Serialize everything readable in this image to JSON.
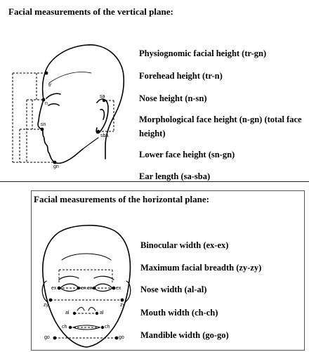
{
  "vertical": {
    "title": "Facial measurements of the vertical plane:",
    "measurements": [
      "Physiognomic facial height (tr-gn)",
      "Forehead height (tr-n)",
      "Nose height (n-sn)",
      "Morphological face height (n-gn) (total face",
      "height)",
      "Lower face height (sn-gn)",
      "Ear length (sa-sba)"
    ],
    "points": {
      "tr": "tr",
      "n": "n",
      "sn": "sn",
      "gn": "gn",
      "sa": "sa",
      "sba": "sba"
    }
  },
  "horizontal": {
    "title": "Facial measurements of the horizontal plane:",
    "measurements": [
      "Binocular width (ex-ex)",
      "Maximum facial breadth (zy-zy)",
      "Nose width (al-al)",
      "Mouth width (ch-ch)",
      "Mandible width (go-go)"
    ],
    "points": {
      "ex_l": "ex",
      "en_l": "en",
      "en_r": "en",
      "ex_r": "ex",
      "zy_l": "zy",
      "zy_r": "zy",
      "al_l": "al",
      "al_r": "al",
      "ch_l": "ch",
      "ch_r": "ch",
      "go_l": "go",
      "go_r": "go"
    }
  }
}
